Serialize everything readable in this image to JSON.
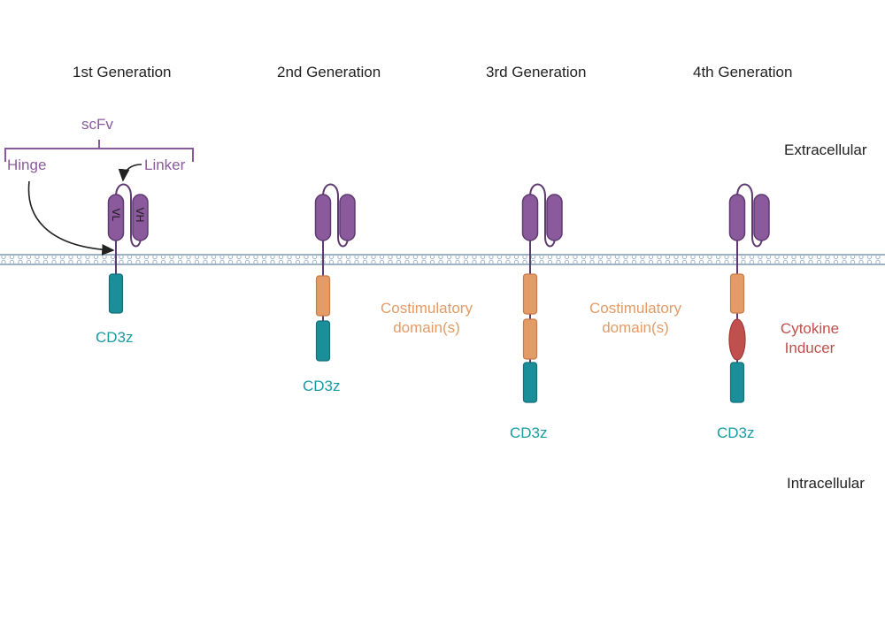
{
  "generations": [
    {
      "title": "1st Generation",
      "signal_label": "CD3z"
    },
    {
      "title": "2nd Generation",
      "signal_label": "CD3z"
    },
    {
      "title": "3rd Generation",
      "signal_label": "CD3z"
    },
    {
      "title": "4th Generation",
      "signal_label": "CD3z"
    }
  ],
  "regions": {
    "extracellular": "Extracellular",
    "intracellular": "Intracellular"
  },
  "labels": {
    "scfv": "scFv",
    "hinge": "Hinge",
    "linker": "Linker",
    "vl": "VL",
    "vh": "VH",
    "costim_2nd": [
      "Costimulatory",
      "domain(s)"
    ],
    "costim_3rd": [
      "Costimulatory",
      "domain(s)"
    ],
    "cytokine": [
      "Cytokine",
      "Inducer"
    ]
  },
  "colors": {
    "antibody": "#8a5a9c",
    "antibody_stroke": "#5e3a70",
    "costim": "#e39b67",
    "costim_stroke": "#c97a48",
    "cd3z": "#1a8f99",
    "cd3z_stroke": "#146f77",
    "cytokine": "#c0504d",
    "membrane": "#9fb3c8"
  }
}
